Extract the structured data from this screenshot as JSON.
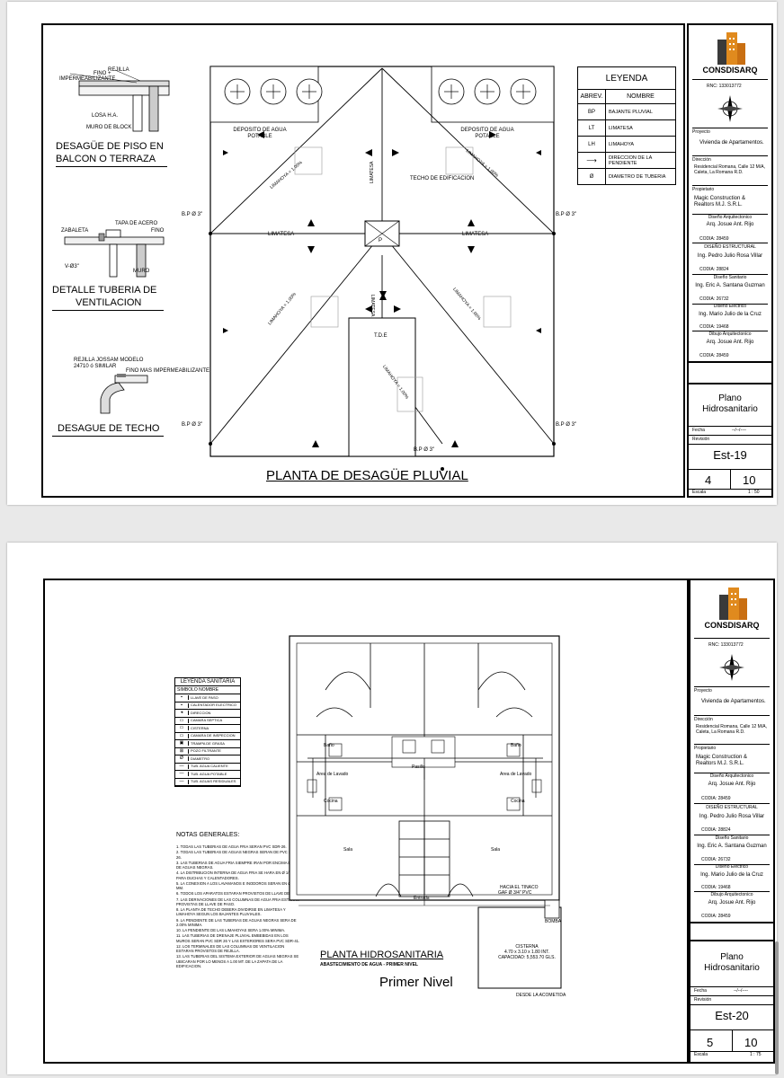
{
  "sheet1": {
    "title": "PLANTA DE DESAGÜE PLUVIAL",
    "details": {
      "balcon_title": "DESAGÜE DE PISO EN BALCON O TERRAZA",
      "balcon_title_l1": "DESAGÜE DE PISO EN",
      "balcon_title_l2": "BALCON O TERRAZA",
      "rejilla": "REJILLA",
      "fino": "FINO +",
      "impermeabilizante": "IMPERMEABILIZANTE",
      "losa": "LOSA H.A.",
      "muro_block": "MURO DE BLOCK",
      "vent_title_l1": "DETALLE TUBERIA DE",
      "vent_title_l2": "VENTILACION",
      "zabaleta": "ZABALETA",
      "tapa_acero": "TAPA DE ACERO",
      "fino2": "FINO",
      "v_size": "V-Ø3\"",
      "muro": "MURO",
      "techo_title": "DESAGUE DE TECHO",
      "rejilla_jossam_l1": "REJILLA JOSSAM MODELO",
      "rejilla_jossam_l2": "24710 ó SIMILAR",
      "fino_imper": "FINO MAS IMPERMEABILIZANTE"
    },
    "plan": {
      "deposito_l1": "DEPOSITO DE AGUA",
      "deposito_l2": "POTABLE",
      "limatesa": "LIMATESA",
      "limahoya": "LIMAHOYA = 1.00%",
      "techo_edificacion": "TECHO DE EDIFICACION",
      "bp": "B.P  Ø 3\"",
      "p": "P",
      "tde": "T.D.E"
    },
    "legend": {
      "title": "LEYENDA",
      "col_abrev": "ABREV.",
      "col_nombre": "NOMBRE",
      "rows": [
        {
          "abrev": "BP",
          "nombre": "BAJANTE PLUVIAL"
        },
        {
          "abrev": "LT",
          "nombre": "LIMATESA"
        },
        {
          "abrev": "LH",
          "nombre": "LIMAHOYA"
        },
        {
          "abrev": "",
          "nombre": "DIRECCION DE LA PENDIENTE"
        },
        {
          "abrev": "Ø",
          "nombre": "DIAMETRO DE TUBERIA"
        }
      ]
    },
    "titleblock": {
      "sheet_name_l1": "Plano",
      "sheet_name_l2": "Hidrosanitario",
      "sheet_id": "Est-19",
      "page": "4",
      "total": "10",
      "scale": "1 : 50"
    }
  },
  "sheet2": {
    "title": "PLANTA HIDROSANITARIA",
    "subtitle": "ABASTECIMIENTO DE AGUA - PRIMER NIVEL",
    "level": "Primer Nivel",
    "legend_title": "LEYENDA SANITARIA",
    "legend_head": "SIMBOLO  NOMBRE",
    "legend_items": [
      "LLAVE DE PASO",
      "CALENTADOR ELECTRICO",
      "DIRECCION",
      "CAMARA SEPTICA",
      "CISTERNA",
      "CAMARA DE INSPECCION",
      "TRAMPA DE GRASA",
      "POZO FILTRANTE",
      "DIAMETRO",
      "TUB. AGUA CALIENTE",
      "TUB. AGUA POTABLE",
      "TUB. AGUAS RESIDUALES"
    ],
    "notes_title": "NOTAS GENERALES:",
    "notes": [
      "1.  TODAS LAS TUBERIAS DE AGUA FRIA SERAN PVC SDR-26.",
      "2.  TODAS LAS TUBERIAS DE AGUAS NEGRAS SERAN DE PVC SDR-26.",
      "3.  LAS TUBERIAS DE AGUA FRIA SIEMPRE IRAN POR ENCIMA DE LAS DE AGUAS NEGRAS.",
      "4.  LA DISTRIBUCION INTERNA DE AGUA FRIA SE HARA EN Ø 1/2 MM PARA DUCHAS Y CALENTADORES.",
      "5.  LA CONEXION A LOS LAVAMANOS E INODOROS SERAN EN Ø 1/2 MM.",
      "6.  TODOS LOS APARATOS ESTARAN PROVISTOS DE LLAVE DE PASO.",
      "7.  LAS DERIVACIONES DE LAS COLUMNAS DE AGUA FRIA ESTARAN PROVISTAS DE LLAVE DE PASO.",
      "8.  LA PLANTA DE TECHO DEBERA DIVIDIRSE EN LIMATESA Y LIMAHOYA SEGUN LOS BAJANTES PLUVIALES.",
      "9.  LA PENDIENTE DE LAS TUBERIAS DE AGUAS NEGRAS SERA DE 2.00% MINIMA.",
      "10. LA PENDIENTE DE LAS LIMAHOYAS SERA 1.00% MINIMA.",
      "11. LAS TUBERIAS DE DRENAJE PLUVIAL EMBEBIDAS EN LOS MUROS SERAN PVC SDR 26 Y LAS EXTERIORES SERA PVC SDR-41.",
      "12. LOS TERMINALES DE LAS COLUMNAS DE VENTILACION ESTARAN PROVISTOS DE REJILLA.",
      "13. LAS TUBERIAS DEL SISTEMA EXTERIOR DE AGUAS NEGRAS SE UBICARAN POR LO MENOS A 1.00 MT. DE LA ZAPATA DE LA EDIFICACION."
    ],
    "rooms": {
      "bano": "Baño",
      "area_lavado": "Area de Lavado",
      "cocina": "Cocina",
      "sala": "Sala",
      "entrada": "Entrada",
      "pasillo": "Pasillo"
    },
    "cisterna_l1": "CISTERNA",
    "cisterna_l2": "4.70 x 3.10 x 1.80 INT.",
    "cisterna_l3": "CAPACIDAD: 5,553.70 GLS.",
    "haciaTinaco_l1": "HACIA EL TINACO",
    "haciaTinaco_l2": "GAF Ø 3/4\" PVC",
    "bomba": "BOMBA",
    "acometida": "DESDE LA ACOMETIDA",
    "titleblock": {
      "sheet_name_l1": "Plano",
      "sheet_name_l2": "Hidrosanitario",
      "sheet_id": "Est-20",
      "page": "5",
      "total": "10",
      "scale": "1 : 75"
    }
  },
  "company": {
    "name": "CONSDISARQ",
    "rnc": "RNC: 133013772",
    "proyecto_label": "Proyecto",
    "proyecto": "Vivienda de Apartamentos.",
    "direccion_label": "Dirección",
    "direccion": "Residencial Romana, Calle 12 M/A, Caleta, La Romana R.D.",
    "propietario_label": "Propietario",
    "propietario": "Magic Construction & Realtors M.J. S.R.L.",
    "arq_label": "Diseño Arquitectonico",
    "arq": "Arq. Josue Ant. Rijo",
    "codia_label": "CODIA:",
    "codia1": "28459",
    "estr_label": "DISEÑO ESTRUCTURAL",
    "estr": "Ing. Pedro Julio Rosa Villar",
    "codia2": "28824",
    "san_label": "Diseño Sanitario",
    "san": "Ing. Eric A. Santana Guzman",
    "codia3": "26732",
    "elec_label": "Diseño Electrico",
    "elec": "Ing. Mario Julio de la Cruz",
    "codia4": "19468",
    "dib_label": "Dibujo Arquitectonico",
    "dib": "Arq. Josue Ant. Rijo",
    "codia5": "28459",
    "fecha_label": "Fecha",
    "revision_label": "Revisión",
    "escala_label": "Escala",
    "date_value": "--/--/----"
  },
  "colors": {
    "logo_orange": "#e08a1e",
    "logo_dark": "#3a3a3a",
    "line": "#000000",
    "page_bg": "#e9e9e9"
  }
}
